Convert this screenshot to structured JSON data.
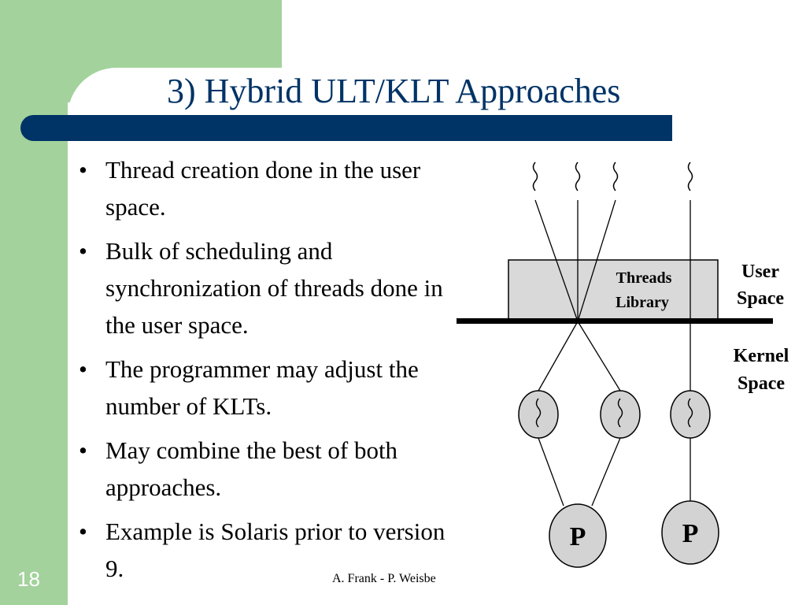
{
  "slide": {
    "title": "3) Hybrid ULT/KLT Approaches",
    "number": "18",
    "footer": "A. Frank - P. Weisbe"
  },
  "bullets": [
    {
      "text": "Thread creation done in the user space."
    },
    {
      "text": "Bulk of scheduling and synchronization of threads done in the user space."
    },
    {
      "text": "The programmer may adjust the number of KLTs."
    },
    {
      "text": "May combine the best of both approaches."
    },
    {
      "text": "Example is Solaris prior to version 9."
    }
  ],
  "bullet_glyph": "•",
  "diagram": {
    "library_label_line1": "Threads",
    "library_label_line2": "Library",
    "user_space_line1": "User",
    "user_space_line2": "Space",
    "kernel_space_line1": "Kernel",
    "kernel_space_line2": "Space",
    "processor_label": "P"
  },
  "colors": {
    "green": "#a3d29c",
    "navy": "#003366",
    "library_fill": "#d9d9d9",
    "thread_fill": "#d3d3d3"
  }
}
